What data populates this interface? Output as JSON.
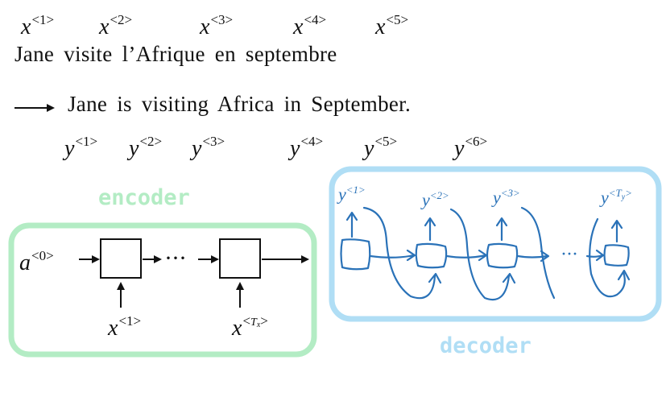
{
  "source": {
    "tokens": [
      "x",
      "x",
      "x",
      "x",
      "x"
    ],
    "indices": [
      "1",
      "2",
      "3",
      "4",
      "5"
    ],
    "sentence": "Jane visite l’Afrique en septembre"
  },
  "target": {
    "sentence": "Jane is visiting Africa in September.",
    "tokens": [
      "y",
      "y",
      "y",
      "y",
      "y",
      "y"
    ],
    "indices": [
      "1",
      "2",
      "3",
      "4",
      "5",
      "6"
    ]
  },
  "encoder": {
    "label": "encoder",
    "color": "#b3ecc4",
    "initial_state": {
      "symbol": "a",
      "index": "0"
    },
    "inputs": [
      {
        "symbol": "x",
        "index": "1"
      },
      {
        "symbol": "x",
        "index": "T",
        "sub": "x"
      }
    ],
    "ellipsis": "···"
  },
  "decoder": {
    "label": "decoder",
    "color": "#b0def5",
    "ink_color": "#2a72b8",
    "outputs": [
      {
        "symbol": "y",
        "index": "1"
      },
      {
        "symbol": "y",
        "index": "2"
      },
      {
        "symbol": "y",
        "index": "3"
      },
      {
        "symbol": "y",
        "index": "T",
        "sub": "y"
      }
    ],
    "ellipsis": "···"
  }
}
